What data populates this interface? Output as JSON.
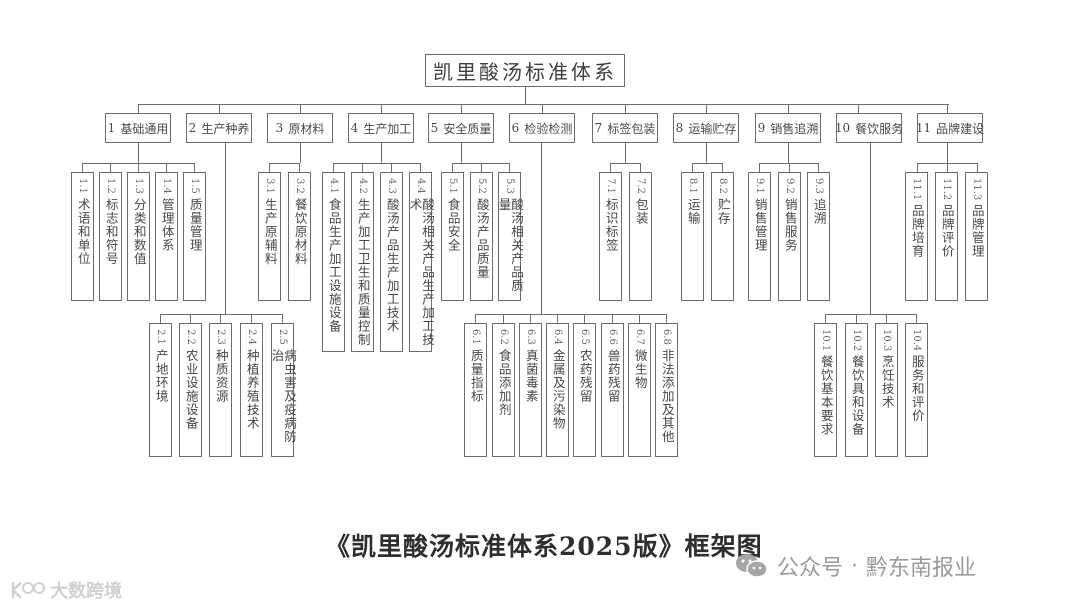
{
  "root": {
    "label": "凯里酸汤标准体系"
  },
  "categories": [
    {
      "num": "1",
      "label": "基础通用",
      "children": [
        {
          "num": "1.1",
          "label": "术语和单位"
        },
        {
          "num": "1.2",
          "label": "标志和符号"
        },
        {
          "num": "1.3",
          "label": "分类和数值"
        },
        {
          "num": "1.4",
          "label": "管理体系"
        },
        {
          "num": "1.5",
          "label": "质量管理"
        }
      ]
    },
    {
      "num": "2",
      "label": "生产种养",
      "children": [
        {
          "num": "2.1",
          "label": "产地环境"
        },
        {
          "num": "2.2",
          "label": "农业设施设备"
        },
        {
          "num": "2.3",
          "label": "种质资源"
        },
        {
          "num": "2.4",
          "label": "种植养殖技术"
        },
        {
          "num": "2.5",
          "label": "病虫害及疫病防治"
        }
      ]
    },
    {
      "num": "3",
      "label": "原材料",
      "children": [
        {
          "num": "3.1",
          "label": "生产原辅料"
        },
        {
          "num": "3.2",
          "label": "餐饮原材料"
        }
      ]
    },
    {
      "num": "4",
      "label": "生产加工",
      "children": [
        {
          "num": "4.1",
          "label": "食品生产加工设施设备"
        },
        {
          "num": "4.2",
          "label": "生产加工卫生和质量控制"
        },
        {
          "num": "4.3",
          "label": "酸汤产品生产加工技术"
        },
        {
          "num": "4.4",
          "label": "酸汤相关产品生产加工技术"
        }
      ]
    },
    {
      "num": "5",
      "label": "安全质量",
      "children": [
        {
          "num": "5.1",
          "label": "食品安全"
        },
        {
          "num": "5.2",
          "label": "酸汤产品质量"
        },
        {
          "num": "5.3",
          "label": "酸汤相关产品质量"
        }
      ]
    },
    {
      "num": "6",
      "label": "检验检测",
      "children": [
        {
          "num": "6.1",
          "label": "质量指标"
        },
        {
          "num": "6.2",
          "label": "食品添加剂"
        },
        {
          "num": "6.3",
          "label": "真菌毒素"
        },
        {
          "num": "6.4",
          "label": "金属及污染物"
        },
        {
          "num": "6.5",
          "label": "农药残留"
        },
        {
          "num": "6.6",
          "label": "兽药残留"
        },
        {
          "num": "6.7",
          "label": "微生物"
        },
        {
          "num": "6.8",
          "label": "非法添加及其他"
        }
      ]
    },
    {
      "num": "7",
      "label": "标签包装",
      "children": [
        {
          "num": "7.1",
          "label": "标识标签"
        },
        {
          "num": "7.2",
          "label": "包装"
        }
      ]
    },
    {
      "num": "8",
      "label": "运输贮存",
      "children": [
        {
          "num": "8.1",
          "label": "运输"
        },
        {
          "num": "8.2",
          "label": "贮存"
        }
      ]
    },
    {
      "num": "9",
      "label": "销售追溯",
      "children": [
        {
          "num": "9.1",
          "label": "销售管理"
        },
        {
          "num": "9.2",
          "label": "销售服务"
        },
        {
          "num": "9.3",
          "label": "追溯"
        }
      ]
    },
    {
      "num": "10",
      "label": "餐饮服务",
      "children": [
        {
          "num": "10.1",
          "label": "餐饮基本要求"
        },
        {
          "num": "10.2",
          "label": "餐饮具和设备"
        },
        {
          "num": "10.3",
          "label": "烹饪技术"
        },
        {
          "num": "10.4",
          "label": "服务和评价"
        }
      ]
    },
    {
      "num": "11",
      "label": "品牌建设",
      "children": [
        {
          "num": "11.1",
          "label": "品牌培育"
        },
        {
          "num": "11.2",
          "label": "品牌评价"
        },
        {
          "num": "11.3",
          "label": "品牌管理"
        }
      ]
    }
  ],
  "caption": "《凯里酸汤标准体系2025版》框架图",
  "watermark_right": {
    "icon": "wechat-icon",
    "label1": "公众号",
    "separator": "·",
    "label2": "黔东南报业"
  },
  "watermark_left": {
    "icon": "kbo-logo-icon",
    "label": "大数跨境"
  },
  "colors": {
    "line": "#6d6d6d",
    "text": "#444444",
    "caption": "#2e2e2e",
    "watermark": "#9a9a9a"
  }
}
